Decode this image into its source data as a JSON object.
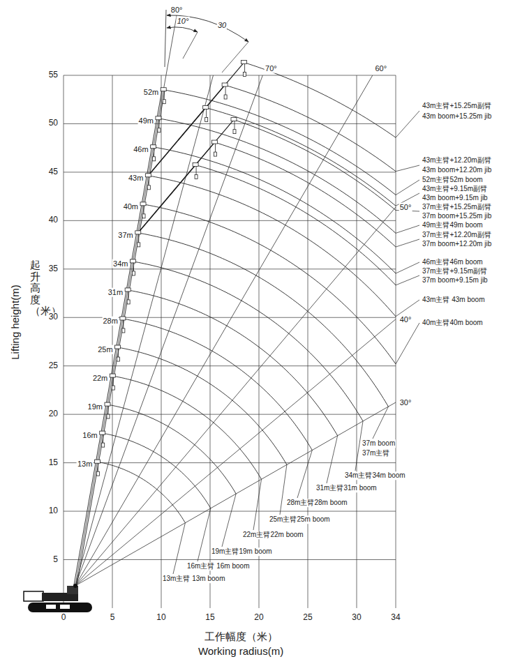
{
  "diagram": {
    "labels": [
      "起升高度（米）",
      "Lifting height(m)",
      "工作幅度（米）",
      "Working radius(m)",
      "55",
      "50",
      "45",
      "40",
      "35",
      "30",
      "25",
      "20",
      "15",
      "10",
      "5",
      "0",
      "5",
      "10",
      "15",
      "20",
      "25",
      "30",
      "34",
      "80°",
      "70°",
      "60°",
      "50°",
      "40°",
      "30°",
      "10°",
      "30",
      "52m",
      "49m",
      "46m",
      "43m",
      "40m",
      "37m",
      "34m",
      "31m",
      "28m",
      "25m",
      "22m",
      "19m",
      "16m",
      "13m",
      "43m主臂+15.25m副臂",
      "43m boom+15.25m jib",
      "43m主臂+12.20m副臂",
      "43m boom+12.20m jib",
      "52m主臂52m boom",
      "43m主臂+9.15m副臂",
      "43m boom+9.15m jib",
      "37m主臂+15.25m副臂",
      "37m boom+15.25m jib",
      "49m主臂49m boom",
      "37m主臂+12.20m副臂",
      "37m boom+12.20m jib",
      "46m主臂46m boom",
      "37m主臂+9.15m副臂",
      "37m boom+9.15m jib",
      "43m主臂 43m boom",
      "40m主臂40m boom",
      "37m boom",
      "37m主臂",
      "34m主臂34m boom",
      "31m主臂31m boom",
      "28m主臂28m boom",
      "25m主臂25m boom",
      "22m主臂22m boom",
      "19m主臂19m boom",
      "16m主臂 16m boom",
      "13m主臂 13m boom"
    ]
  }
}
